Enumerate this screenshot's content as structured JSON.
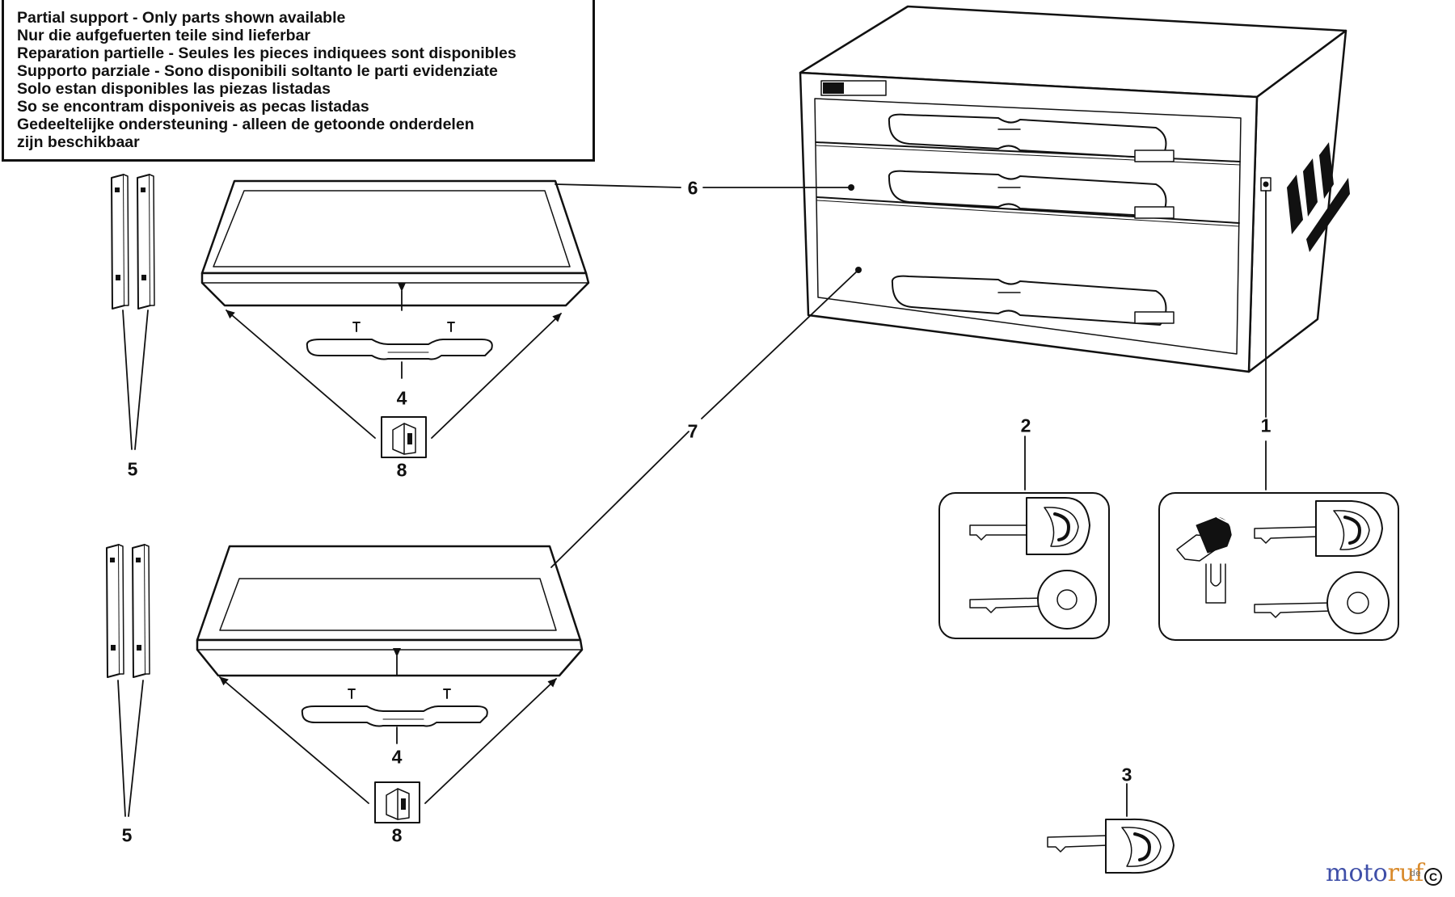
{
  "notice": {
    "lines": [
      "Partial support - Only parts shown available",
      "Nur die aufgefuerten teile sind lieferbar",
      "Reparation partielle - Seules les pieces indiquees sont disponibles",
      "Supporto parziale - Sono disponibili soltanto le parti evidenziate",
      "Solo estan disponibles las piezas listadas",
      "So se encontram disponiveis as pecas listadas",
      "Gedeeltelijke ondersteuning - alleen de getoonde onderdelen",
      "zijn beschikbaar"
    ]
  },
  "callouts": {
    "c1": "1",
    "c2": "2",
    "c3": "3",
    "c4_top": "4",
    "c4_bottom": "4",
    "c5_top": "5",
    "c5_bottom": "5",
    "c6": "6",
    "c7": "7",
    "c8_top": "8",
    "c8_bottom": "8"
  },
  "watermark": {
    "moto": "moto",
    "ruf": "ruf",
    "de": "de",
    "copyright": "C"
  }
}
